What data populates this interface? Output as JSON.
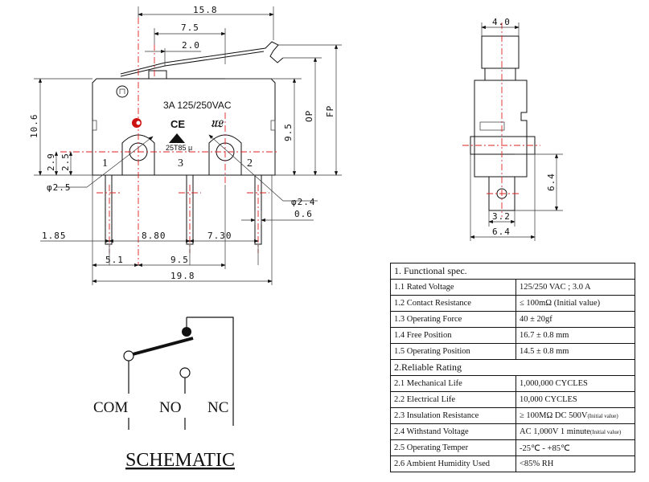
{
  "dimensions": {
    "d15_8": "15.8",
    "d7_5": "7.5",
    "d2_0": "2.0",
    "d10_6": "10.6",
    "d2_9": "2.9",
    "d2_5": "2.5",
    "d9_5v": "9.5",
    "op": "OP",
    "fp": "FP",
    "phi2_5": "φ2.5",
    "phi2_4": "φ2.4",
    "d0_6": "0.6",
    "d1_85": "1.85",
    "d8_80": "8.80",
    "d7_30": "7.30",
    "d5_1": "5.1",
    "d9_5h": "9.5",
    "d19_8": "19.8",
    "d4_0": "4.0",
    "d6_4v": "6.4",
    "d3_2": "3.2",
    "d6_4h": "6.4"
  },
  "body": {
    "rating": "3A 125/250VAC",
    "cert_code": "25T85 μ",
    "pin1": "1",
    "pin2": "2",
    "pin3": "3"
  },
  "schematic": {
    "title": "SCHEMATIC",
    "com": "COM",
    "no": "NO",
    "nc": "NC"
  },
  "spec_table": {
    "rows": [
      {
        "label": "1. Functional spec.",
        "value": "",
        "header": true
      },
      {
        "label": "1.1 Rated Voltage",
        "value": "125/250 VAC ; 3.0 A"
      },
      {
        "label": "1.2 Contact Resistance",
        "value": "≤ 100mΩ (Initial value)"
      },
      {
        "label": "1.3 Operating Force",
        "value": "40 ± 20gf"
      },
      {
        "label": "1.4 Free Position",
        "value": "16.7 ± 0.8 mm"
      },
      {
        "label": "1.5 Operating Position",
        "value": "14.5 ± 0.8 mm"
      },
      {
        "label": "2.Reliable Rating",
        "value": "",
        "header": true
      },
      {
        "label": "2.1 Mechanical Life",
        "value": "1,000,000 CYCLES"
      },
      {
        "label": "2.2 Electrical Life",
        "value": "10,000 CYCLES"
      },
      {
        "label": "2.3 Insulation Resistance",
        "value": "≥ 100MΩ DC 500V",
        "note": "(Initial value)"
      },
      {
        "label": "2.4 Withstand Voltage",
        "value": "AC 1,000V 1 minute",
        "note": "(Initial value)"
      },
      {
        "label": "2.5 Operating Temper",
        "value": "-25℃ - +85℃"
      },
      {
        "label": "2.6 Ambient Humidity Used",
        "value": "<85% RH"
      }
    ]
  },
  "colors": {
    "centerline": "#dd2222",
    "ink": "#111111",
    "cert_red": "#cc1111"
  }
}
